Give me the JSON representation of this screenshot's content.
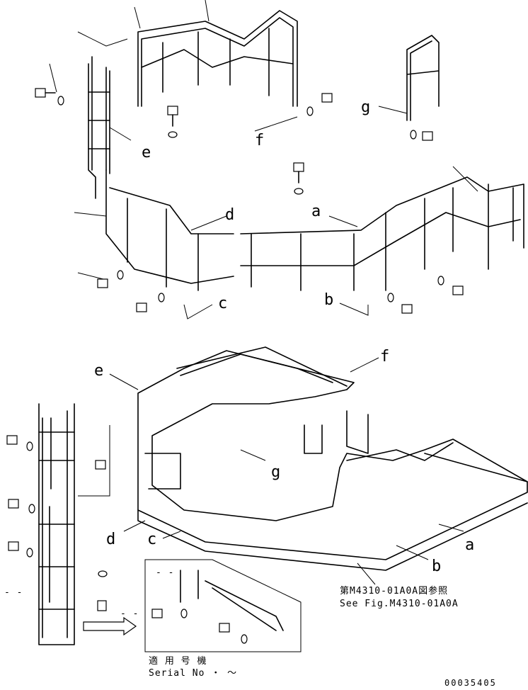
{
  "callouts": [
    "a",
    "b",
    "c",
    "d",
    "e",
    "f",
    "g"
  ],
  "reference_note": {
    "line1": "第M4310-01A0A図参照",
    "line2": "See Fig.M4310-01A0A"
  },
  "serial_box": {
    "line1": "適 用 号 機",
    "line2": "Serial No  ・ ～"
  },
  "dash_marks": [
    "- -",
    "- -",
    "- -"
  ],
  "drawing_code": "00035405"
}
